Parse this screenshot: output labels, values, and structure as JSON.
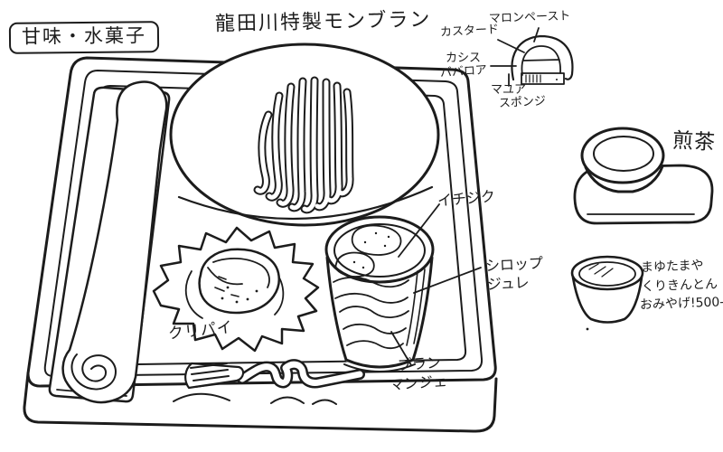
{
  "page": {
    "background": "#ffffff",
    "ink": "#1c1c1c"
  },
  "category_badge": {
    "label": "甘味・水菓子"
  },
  "title": {
    "label": "龍田川特製モンブラン"
  },
  "montblanc_cross_section": {
    "labels": {
      "marron_paste": "マロンペースト",
      "custard": "カスタード",
      "cassis_line1": "カシス",
      "cassis_line2": "ババロア",
      "sponge_line1": "マユア",
      "sponge_line2": "スポンジ"
    }
  },
  "tray_items": {
    "fig": "イチジク",
    "syrup_jelly_line1": "シロップ",
    "syrup_jelly_line2": "ジュレ",
    "blancmange_line1": "ブラン",
    "blancmange_line2": "マンジェ",
    "kuri_pie": "クリパイ"
  },
  "tea": {
    "label": "煎茶"
  },
  "souvenir_note": {
    "line1": "まゆたまや",
    "line2": "くりきんとん",
    "line3": "おみやげ!500-"
  }
}
